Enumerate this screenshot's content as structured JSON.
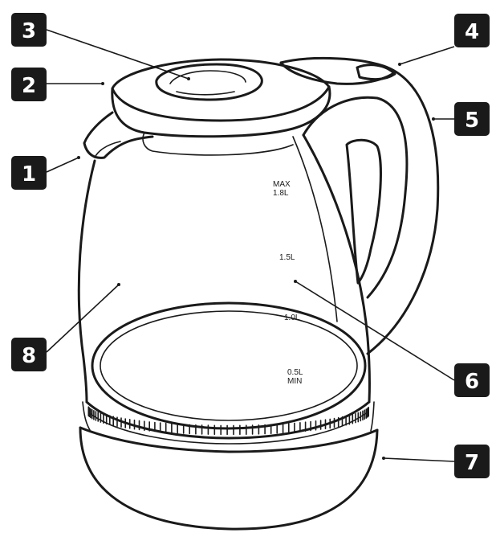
{
  "colors": {
    "ink": "#1a1a1a",
    "badge": "#1a1a1a",
    "badge_text": "#ffffff",
    "background": "#ffffff"
  },
  "callouts": [
    {
      "label": "1"
    },
    {
      "label": "2"
    },
    {
      "label": "3"
    },
    {
      "label": "4"
    },
    {
      "label": "5"
    },
    {
      "label": "6"
    },
    {
      "label": "7"
    },
    {
      "label": "8"
    }
  ],
  "scale_marks": {
    "max_top": "MAX",
    "max_bottom": "1.8L",
    "mid_high": "1.5L",
    "mid_low": "1.0L",
    "min_top": "0.5L",
    "min_bottom": "MIN"
  }
}
